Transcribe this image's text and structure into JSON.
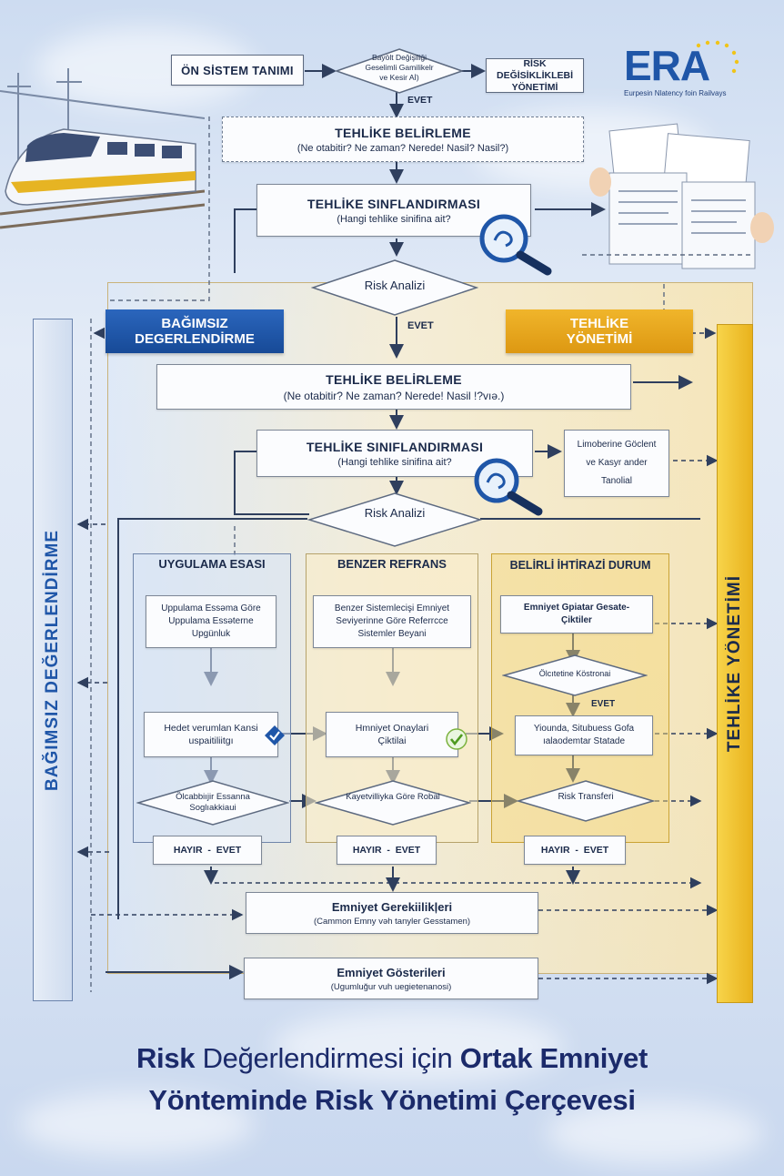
{
  "logo": {
    "letters": "ERA",
    "subtitle": "Eurpesin Nlatency foin Railvays"
  },
  "top": {
    "system_definition": "ÖN SİSTEM TANIMI",
    "decision": "Bayölt Değişiliği Geselimli Gamilikelr ve Kesir Aİ)",
    "change_mgmt": "RİSK DEĞİSİKLİKLEBİ YÖNETİMİ",
    "yes": "EVET"
  },
  "upper": {
    "hazard_id_title": "TEHLİKE BELİRLEME",
    "hazard_id_sub": "(Ne otabitir? Ne zaman? Nerede! Nasil?  Nasil?)",
    "hazard_class_title": "TEHLİKE SINFLANDIRMASI",
    "hazard_class_sub": "(Hangi tehlike sinifina ait?",
    "risk_analysis": "Risk Analizi",
    "yes": "EVET"
  },
  "tags": {
    "independent": "BAĞIMSIZ DEGERLENDİRME",
    "hazard_mgmt": "TEHLİKE YÖNETİMİ"
  },
  "side": {
    "left": "BAĞIMSIZ DEĞERLENDİRME",
    "right": "TEHLİKE YÖNETİMİ"
  },
  "middle": {
    "hazard_id_title": "TEHLİKE BELİRLEME",
    "hazard_id_sub": "(Ne otabitir? Ne zaman? Nerede! Nasil !?vıə.)",
    "hazard_class_title": "TEHLİKE SINIFLANDIRMASI",
    "hazard_class_sub": "(Hangi tehlike sinifina ait?",
    "side_box": "Limoberine Göclent ve Kasyr ander Tanolial",
    "risk_analysis": "Risk Analizi"
  },
  "columns": {
    "c1": {
      "header": "UYGULAMA ESASI",
      "box1": "Uppulama Essəma  Göre Uppulama Essəterne Upgünluk",
      "box2": "Hedet verumlan Kansi uspaitiliitgı",
      "decision": "Ölcabbiıjir Essanna Soglıakkiaui",
      "result": "HAYIR  -  EVET"
    },
    "c2": {
      "header": "BENZER REFRANS",
      "box1": "Benzer Sistemlecişi Emniyet Seviyerinne Göre Referrcce Sistemler Beyani",
      "box2": "Hmniyet Onaylari Çiktilai",
      "decision": "Kayetvilliyka Göre Robal",
      "result": "HAYIR  -  EVET"
    },
    "c3": {
      "header": "BELİRLİ İHTİRAZİ DURUM",
      "box1": "Emniyet Gpiatar Gesate- Çiktiler",
      "decision": "Ölcıtetine Köstronai",
      "yes": "EVET",
      "box2": "Yiounda, Situbuess Gofa ıalaodemtar Statade",
      "decision2": "Risk Transferi",
      "result": "HAYIR  -  EVET"
    }
  },
  "bottom": {
    "req_title": "Emniyet Gerekiilikļeri",
    "req_sub": "(Cammon Emny vəh tanyler Gesstamen)",
    "dem_title": "Emniyet Gösterileri",
    "dem_sub": "(Ugumluğur vuh uegietenanosi)"
  },
  "caption": {
    "line1_a": "Risk",
    "line1_b": " Değerlendirmesi için ",
    "line1_c": "Ortak Emniyet",
    "line2_a": "Yönteminde Risk Yönetimi Çerçevesi"
  },
  "icons": [
    "train-illustration",
    "document-stack-illustration",
    "magnifier-icon",
    "checkmark-icon",
    "diamond-check-icon",
    "stars-icon"
  ],
  "colors": {
    "blue_tag": "#1f56a8",
    "gold_tag": "#e6a419",
    "navy_text": "#1b2a6a",
    "right_bar": "#f3c52e",
    "left_bar": "#dbe5f4"
  }
}
